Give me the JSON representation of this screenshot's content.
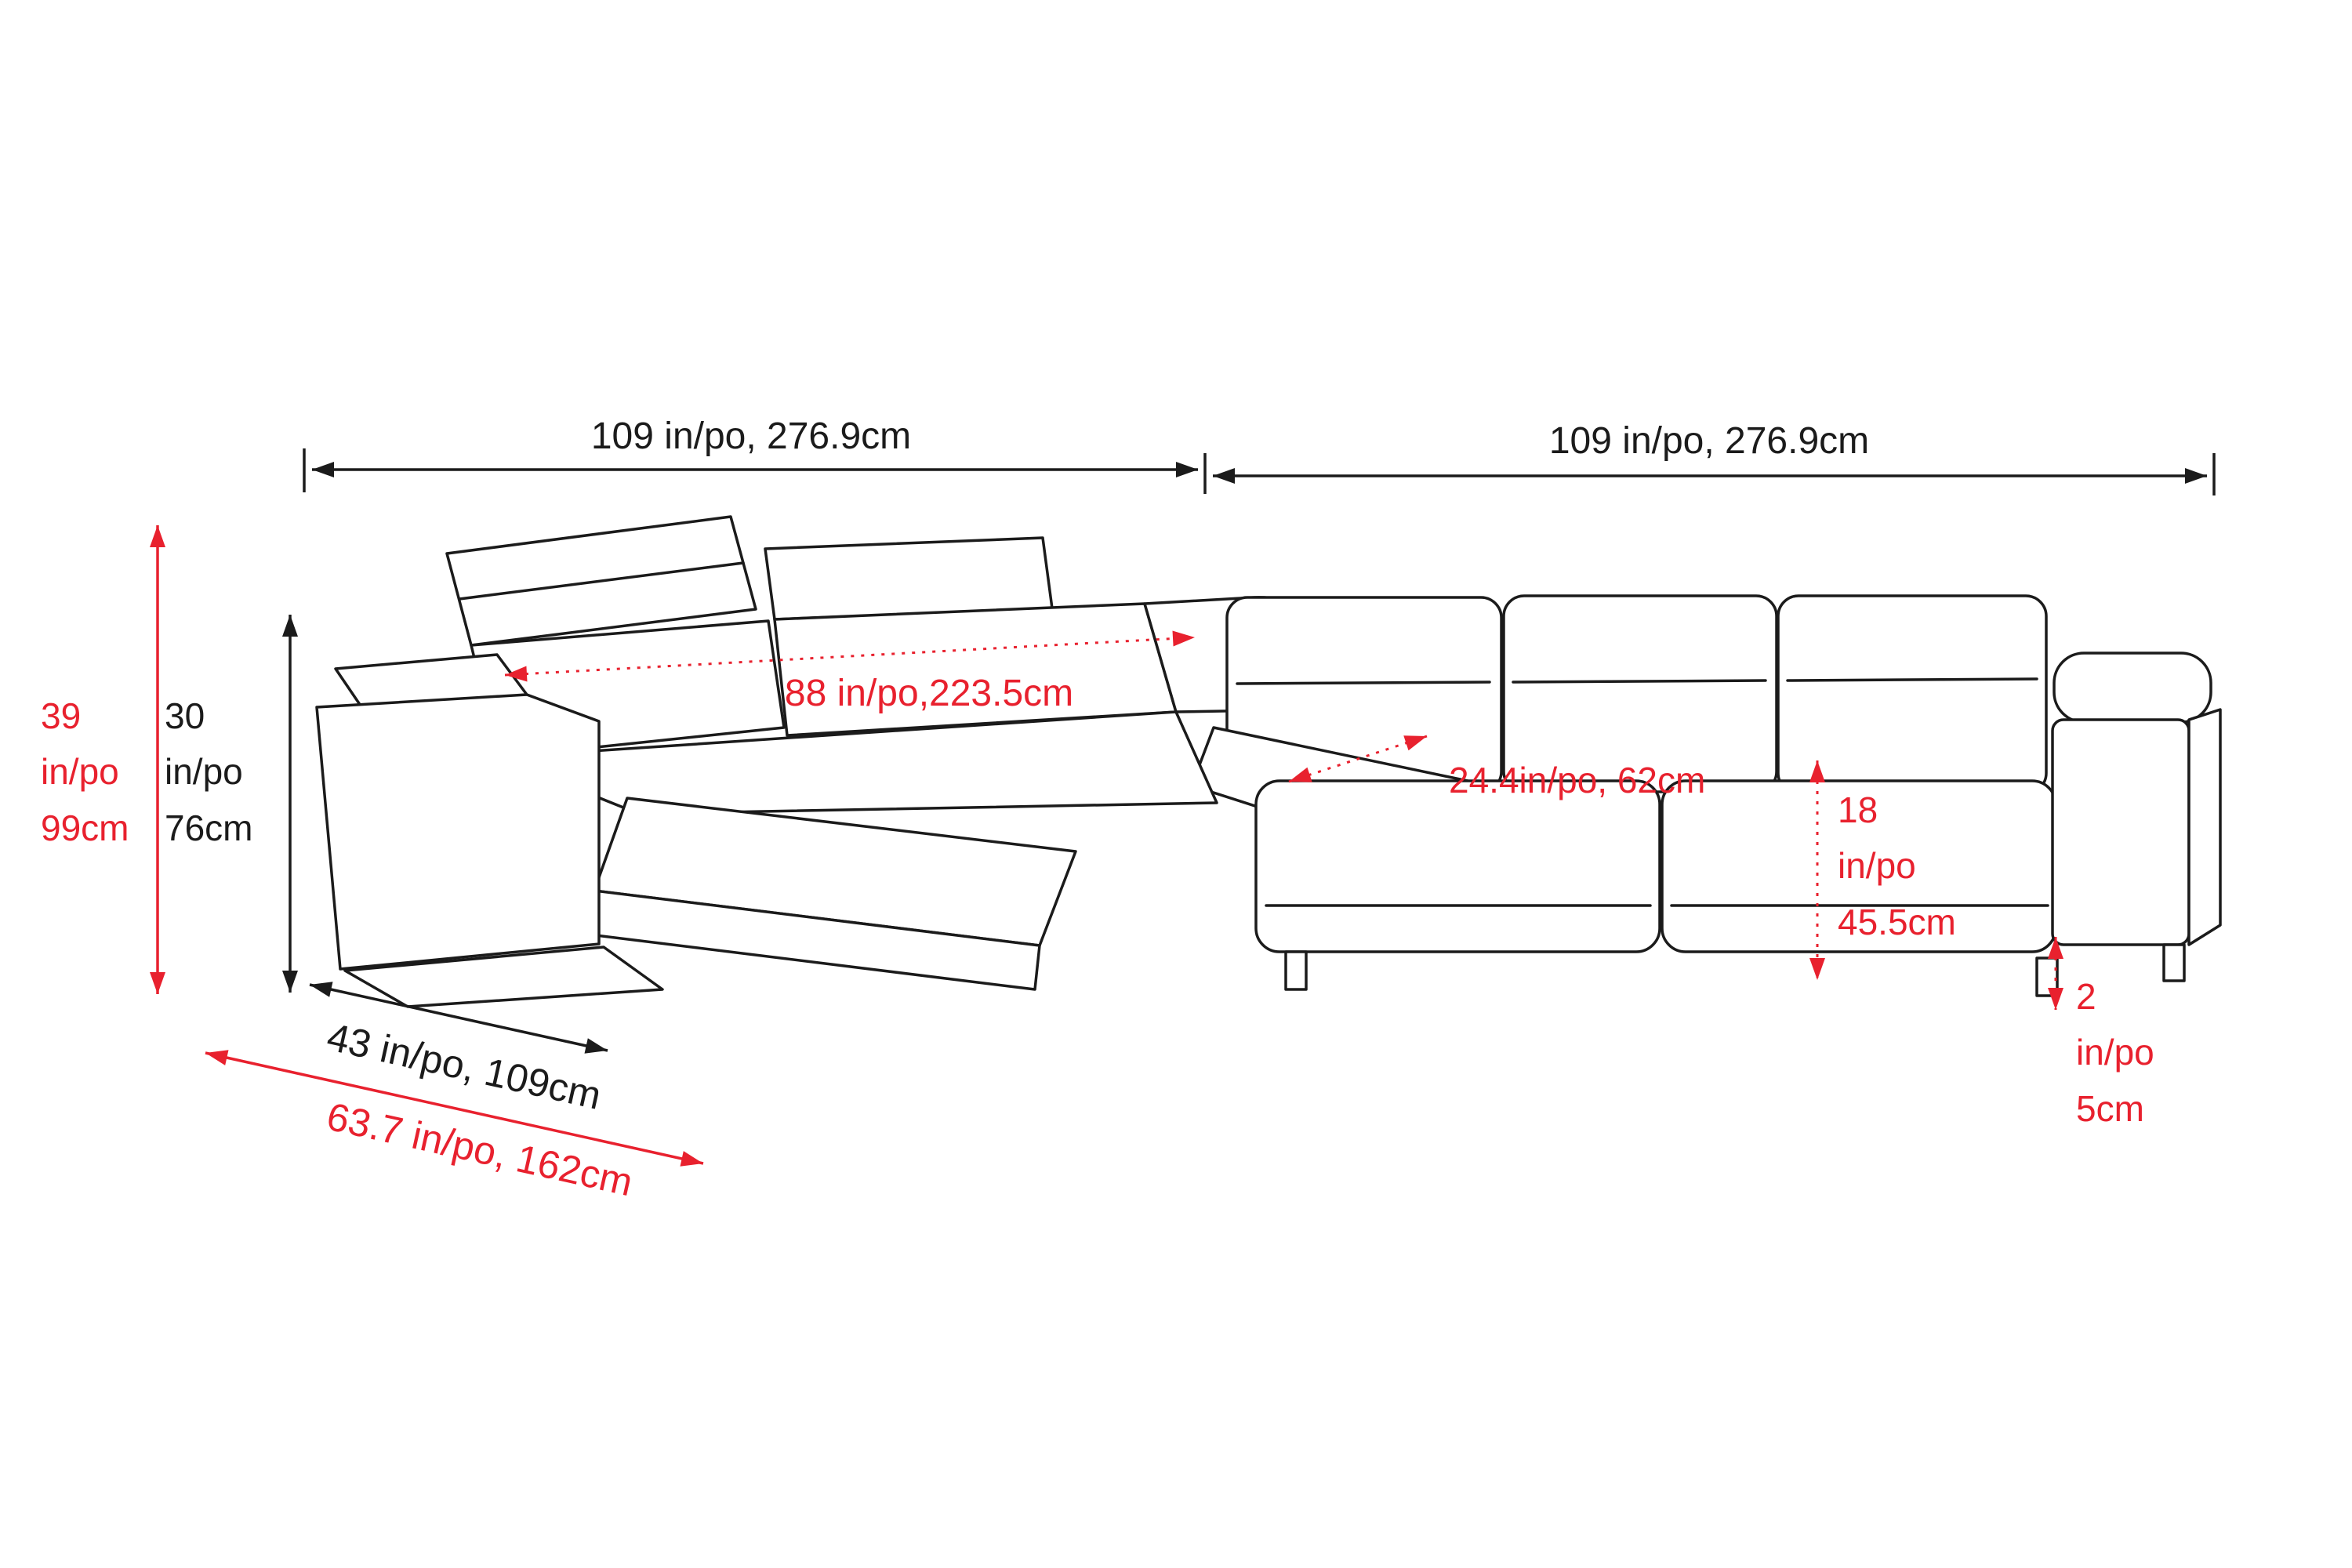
{
  "diagram": {
    "subject": "sectional-sofa-dimension-diagram",
    "labels": {
      "total_width_left": "109 in/po, 276.9cm",
      "total_width_right": "109 in/po, 276.9cm",
      "overall_height": "39\nin/po\n99cm",
      "back_height": "30\nin/po\n76cm",
      "interior_back_width": "88 in/po,223.5cm",
      "seat_depth": "24.4in/po, 62cm",
      "seat_height": "18\nin/po\n45.5cm",
      "leg_height": "2\nin/po\n5cm",
      "chaise_depth": "43 in/po, 109cm",
      "chaise_extended_depth": "63.7 in/po, 162cm"
    },
    "colors": {
      "annotation_red": "#e8212e",
      "line_black": "#1b1b1b",
      "background": "#ffffff"
    }
  }
}
